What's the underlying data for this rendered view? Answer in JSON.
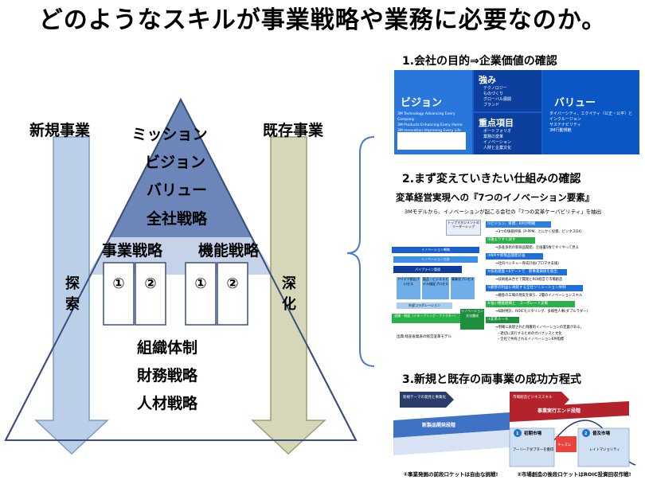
{
  "title": "どのようなスキルが事業戦略や業務に必要なのか。",
  "left_diagram": {
    "new_business": "新規事業",
    "existing_business": "既存事業",
    "explore": "探索",
    "deepen": "深化",
    "mission": "ミッション",
    "vision": "ビジョン",
    "value": "バリュー",
    "corporate_strategy": "全社戦略",
    "business_strategy": "事業戦略",
    "functional_strategy": "機能戦略",
    "box_labels": [
      "①",
      "②",
      "①",
      "②"
    ],
    "organization": "組織体制",
    "finance": "財務戦略",
    "hr": "人材戦略"
  },
  "sections": {
    "s1": {
      "heading": "1.会社の目的⇒企業価値の確認",
      "vision": "ビジョン",
      "vision_lines": [
        "3M Technology Advancing Every Company",
        "3M Products Enhancing Every Home",
        "3M Innovation Improving Every Life"
      ],
      "strength": "強み",
      "strength_items": [
        "テクノロジー",
        "ものづくり",
        "グローバル展開",
        "ブランド"
      ],
      "priority": "重点項目",
      "priority_items": [
        "ポートフォリオ",
        "業務の変革",
        "イノベーション",
        "人財と企業文化"
      ],
      "value": "バリュー",
      "value_lines": [
        "ダイバーシティ、エクイティ（公正・公平）と",
        "インクルージョン",
        "サステナビリティ",
        "3M行動規範"
      ]
    },
    "s2": {
      "heading": "2.まず変えていきたい仕組みの確認",
      "subheading": "変革経営実現への『7つのイノベーション要素』",
      "caption": "3Mモデルから、イノベーションが起こる会社の「7つの変革ケーパビリティ」を抽出",
      "elements": [
        {
          "title": "①ビジョン、目標、KPIが明確",
          "detail": "⇒3つの価値評価（P-PPM、とにかく投資、ビジネスDX）"
        },
        {
          "title": "②誰よりすぐ試す",
          "detail": "⇒多産多死の新商品開発、企画書5枚ですぐやって見る"
        },
        {
          "title": "③NPIや新製品開発計画",
          "detail": "⇒社内ベンチャー育成計画(プロマネ支援)"
        },
        {
          "title": "④技術基盤＋6ゲートで　新事業価値を創出",
          "detail": "⇒技術組み合せで開発とROI経営で市場創造"
        },
        {
          "title": "⑤顧客の利益に貢献する全社ソリューション体制",
          "detail": "⇒顧客の工場の現実を探り、2層のイノベーションスキル"
        },
        {
          "title": "⑥強い機能組織と　コーポレート支援",
          "detail": "⇒知財特許、ROICモニタリング、多様性人事(ダブルラダー)"
        },
        {
          "title": "⑦変革ルール",
          "detail": "⇒明確に表現された飛躍的イノベーションの定義がある。"
        }
      ],
      "extra_details": [
        "・適切に実行するためのガバナンスと文化",
        "・全社で共有されるイノベーションKPI指標"
      ],
      "left_labels": [
        "トップマネジメントのリーダーシップ",
        "イノベーション戦略",
        "イノベーション方針",
        "パイプライン管理",
        "アイデア創出プロセス",
        "製品・ビジネスモデル検証プロセス",
        "事業化プロセス",
        "外部コラボレーション",
        "組織・制度（イネーブリング・ファクター）",
        "イノベーション文化醸成"
      ],
      "source": "出典:経産省発表の経営変革モデル"
    },
    "s3": {
      "heading": "3.新規と既存の両事業の成功方程式",
      "theme": "新規テーマの発見と事業化",
      "market_skill": "市場創造ビジネススキル",
      "row_title": "新製品開発段階",
      "execution": "事業実行エンド段階",
      "early_market": "初期市場",
      "mature_market": "普及市場",
      "early_adopter": "アーリーアダプターを獲得",
      "chasm": "キャズム",
      "late_majority": "レイトマジョリティ",
      "num1": "1",
      "num2": "2",
      "cap_left": "①事業発掘の前段ロケットは自由な挑戦!",
      "cap_right": "②市場創造の後段ロケットはROIC投資回収作戦!"
    }
  },
  "colors": {
    "tri_top": "#5573ac",
    "tri_band": "#a8b9d9",
    "left_arrow": "#b7cde4",
    "right_arrow": "#d3d4b5",
    "blue_dark": "#0f3d9e",
    "blue_mid": "#1f6fd6",
    "blue_light": "#3c8ee8",
    "green": "#2bb04a"
  }
}
